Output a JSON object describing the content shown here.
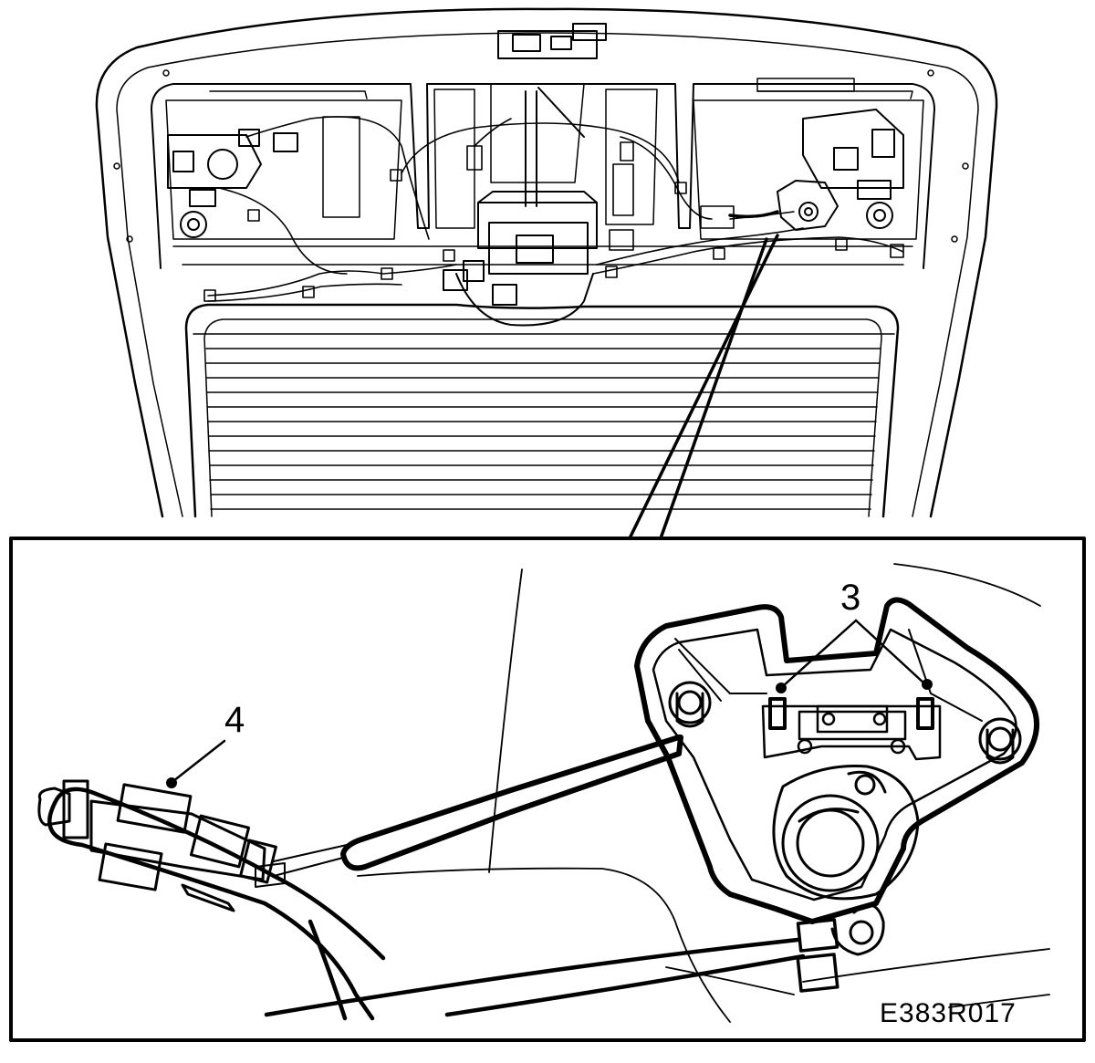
{
  "figure": {
    "code": "E383R017"
  },
  "callouts": [
    {
      "id": "callout-3",
      "label": "3"
    },
    {
      "id": "callout-4",
      "label": "4"
    }
  ],
  "colors": {
    "ink": "#000000",
    "paper": "#ffffff"
  }
}
